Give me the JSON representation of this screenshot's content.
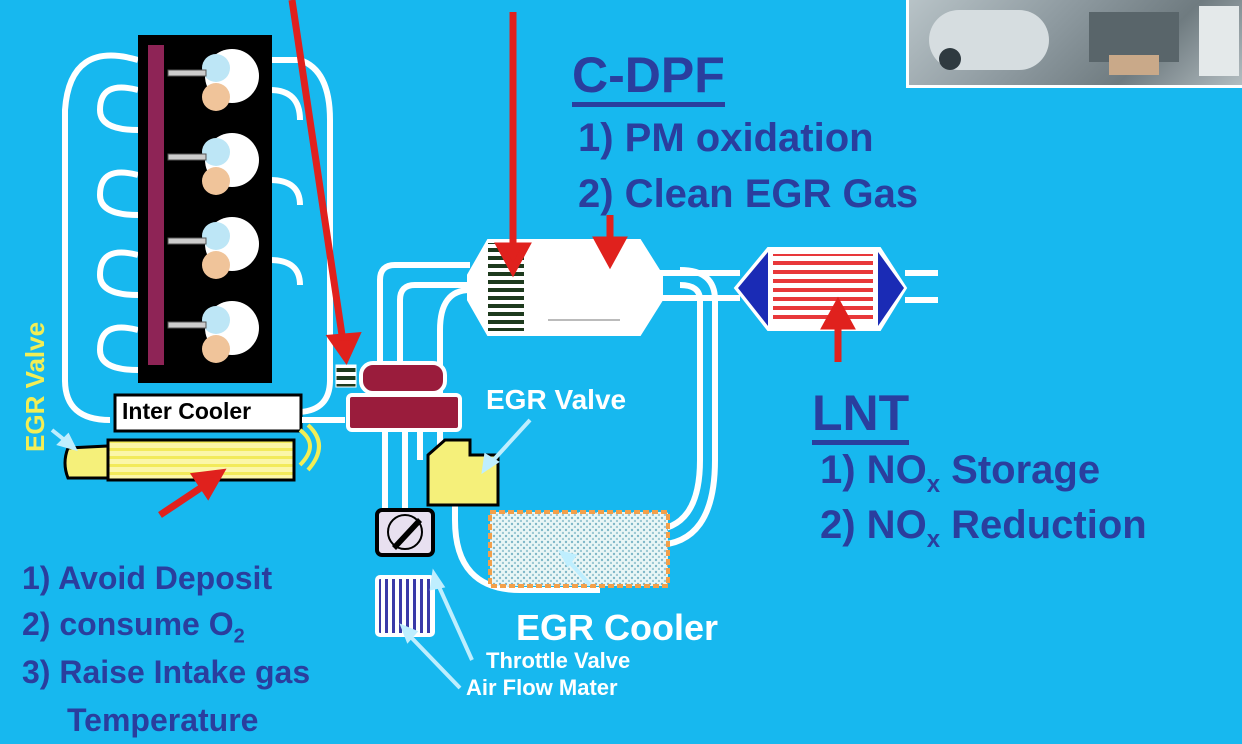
{
  "cdpf": {
    "title": "C-DPF",
    "item1": "1) PM oxidation",
    "item2": "2) Clean EGR Gas"
  },
  "lnt": {
    "title": "LNT",
    "item1_prefix": "1) NO",
    "item1_sub": "x",
    "item1_rest": " Storage",
    "item2_prefix": "2) NO",
    "item2_sub": "x",
    "item2_rest": " Reduction"
  },
  "labels": {
    "inter_cooler": "Inter Cooler",
    "egr_valve_left": "EGR Valve",
    "egr_valve_mid": "EGR Valve",
    "egr_cooler": "EGR Cooler",
    "throttle_valve": "Throttle Valve",
    "air_flow_meter": "Air Flow Mater"
  },
  "notes": {
    "item1": "1) Avoid Deposit",
    "item2_prefix": "2) consume O",
    "item2_sub": "2",
    "item3": "3) Raise Intake gas",
    "item3_cont": "Temperature"
  },
  "colors": {
    "background": "#17b8ef",
    "arrow_red": "#e0211d",
    "text_navy": "#2a3e9e",
    "egr_valve_yellow": "#f5f07a",
    "intake_maroon": "#9a1c3c"
  }
}
